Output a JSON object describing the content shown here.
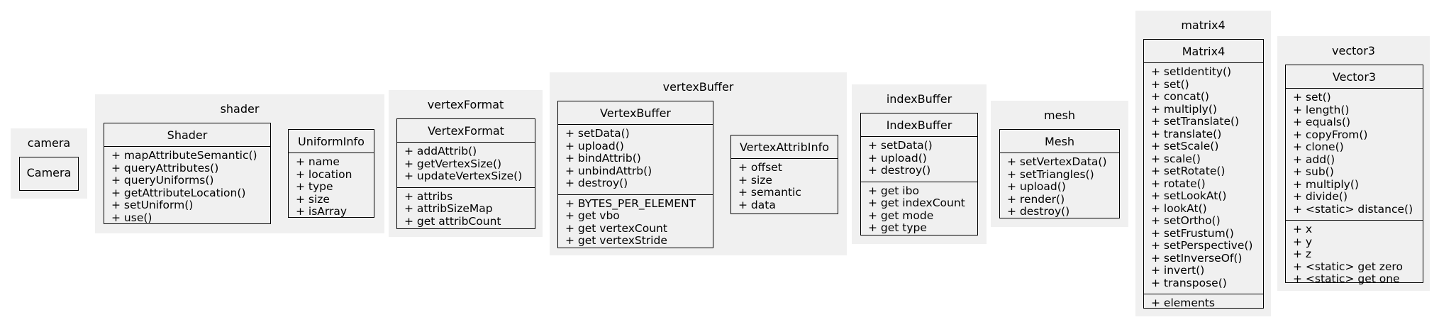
{
  "packages": {
    "camera": {
      "title": "camera",
      "classes": {
        "camera": {
          "name": "Camera",
          "methods": [],
          "attributes": []
        }
      }
    },
    "shader": {
      "title": "shader",
      "classes": {
        "shader": {
          "name": "Shader",
          "methods": [
            "+ mapAttributeSemantic()",
            "+ queryAttributes()",
            "+ queryUniforms()",
            "+ getAttributeLocation()",
            "+ setUniform()",
            "+ use()"
          ],
          "attributes": []
        },
        "uniform_info": {
          "name": "UniformInfo",
          "methods": [],
          "attributes": [
            "+ name",
            "+ location",
            "+ type",
            "+ size",
            "+ isArray"
          ]
        }
      }
    },
    "vertexFormat": {
      "title": "vertexFormat",
      "classes": {
        "vertex_format": {
          "name": "VertexFormat",
          "methods": [
            "+ addAttrib()",
            "+ getVertexSize()",
            "+ updateVertexSize()"
          ],
          "attributes": [
            "+ attribs",
            "+ attribSizeMap",
            "+ get attribCount"
          ]
        }
      }
    },
    "vertexBuffer": {
      "title": "vertexBuffer",
      "classes": {
        "vertex_buffer": {
          "name": "VertexBuffer",
          "methods": [
            "+ setData()",
            "+ upload()",
            "+ bindAttrib()",
            "+ unbindAttrb()",
            "+ destroy()"
          ],
          "attributes": [
            "+ BYTES_PER_ELEMENT",
            "+ get vbo",
            "+ get vertexCount",
            "+ get vertexStride"
          ]
        },
        "vertex_attrib_info": {
          "name": "VertexAttribInfo",
          "methods": [],
          "attributes": [
            "+ offset",
            "+ size",
            "+ semantic",
            "+ data"
          ]
        }
      }
    },
    "indexBuffer": {
      "title": "indexBuffer",
      "classes": {
        "index_buffer": {
          "name": "IndexBuffer",
          "methods": [
            "+ setData()",
            "+ upload()",
            "+ destroy()"
          ],
          "attributes": [
            "+ get ibo",
            "+ get indexCount",
            "+ get mode",
            "+ get type"
          ]
        }
      }
    },
    "mesh": {
      "title": "mesh",
      "classes": {
        "mesh": {
          "name": "Mesh",
          "methods": [
            "+ setVertexData()",
            "+ setTriangles()",
            "+ upload()",
            "+ render()",
            "+ destroy()"
          ],
          "attributes": []
        }
      }
    },
    "matrix4": {
      "title": "matrix4",
      "classes": {
        "matrix4": {
          "name": "Matrix4",
          "methods": [
            "+ setIdentity()",
            "+ set()",
            "+ concat()",
            "+ multiply()",
            "+ setTranslate()",
            "+ translate()",
            "+ setScale()",
            "+ scale()",
            "+ setRotate()",
            "+ rotate()",
            "+ setLookAt()",
            "+ lookAt()",
            "+ setOrtho()",
            "+ setFrustum()",
            "+ setPerspective()",
            "+ setInverseOf()",
            "+ invert()",
            "+ transpose()"
          ],
          "attributes": [
            "+ elements"
          ]
        }
      }
    },
    "vector3": {
      "title": "vector3",
      "classes": {
        "vector3": {
          "name": "Vector3",
          "methods": [
            "+ set()",
            "+ length()",
            "+ equals()",
            "+ copyFrom()",
            "+ clone()",
            "+ add()",
            "+ sub()",
            "+ multiply()",
            "+ divide()",
            "+ <static> distance()"
          ],
          "attributes": [
            "+ x",
            "+ y",
            "+ z",
            "+ <static> get zero",
            "+ <static> get one"
          ]
        }
      }
    }
  }
}
